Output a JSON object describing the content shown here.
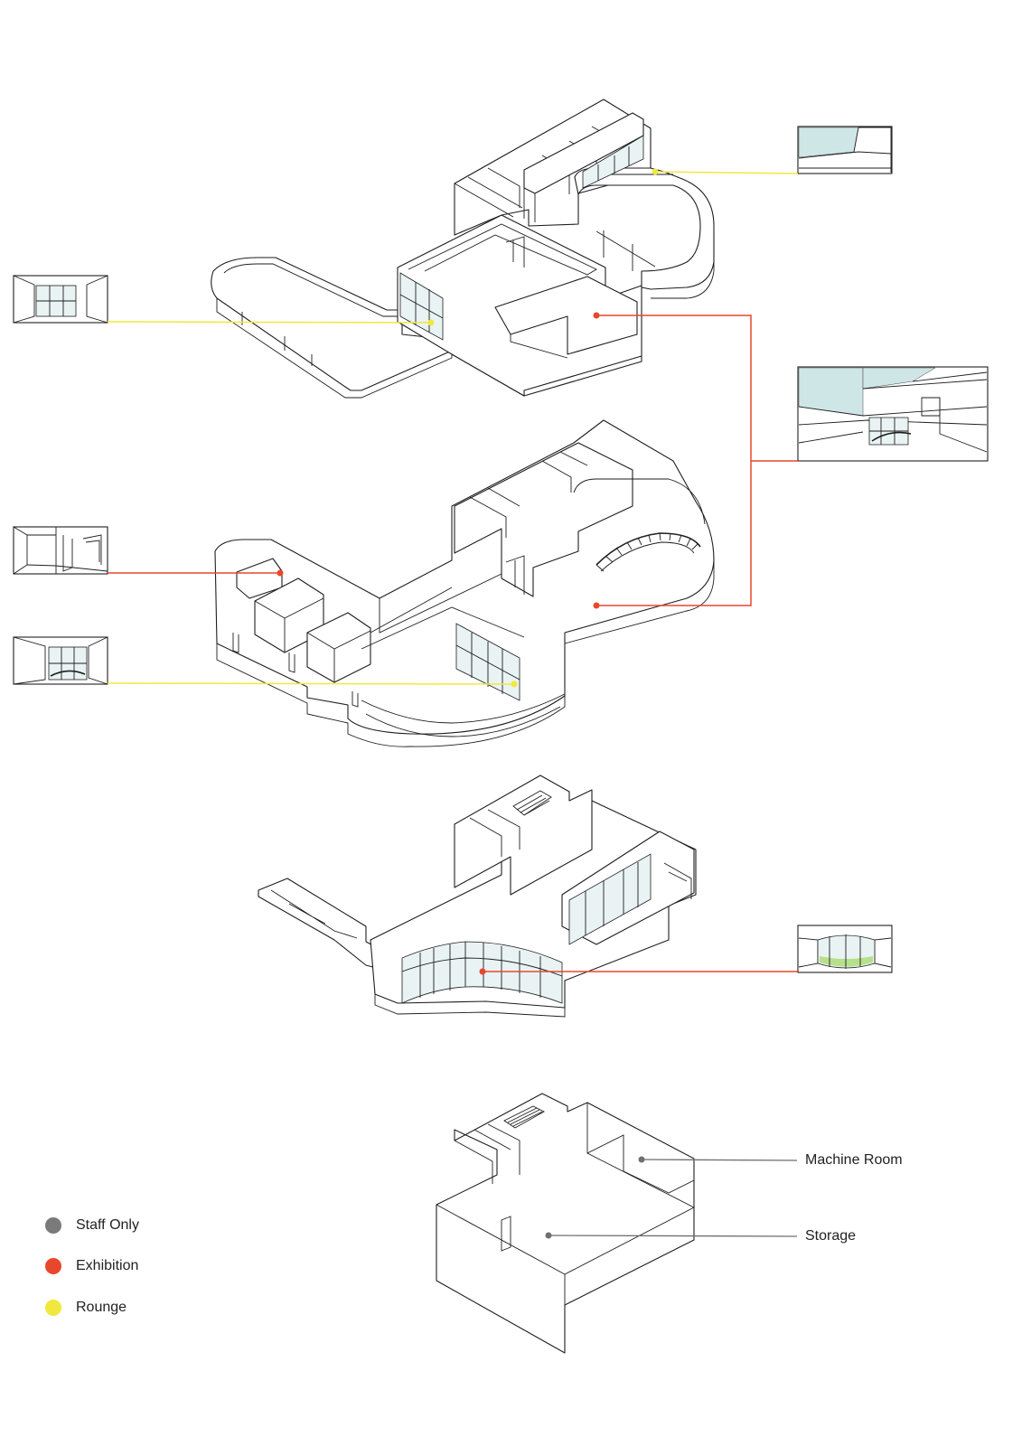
{
  "legend": [
    {
      "label": "Staff Only",
      "color": "#7a7a7a"
    },
    {
      "label": "Exhibition",
      "color": "#e8472b"
    },
    {
      "label": "Rounge",
      "color": "#f0e83e"
    }
  ],
  "callouts": {
    "machine_room": "Machine Room",
    "storage": "Storage"
  },
  "colors": {
    "lounge_leader": "#f0e83e",
    "exhibition_leader": "#e8472b",
    "staff_leader": "#6f6f6f",
    "glass": "#cfe6e7",
    "grass": "#b7e08a"
  },
  "levels": [
    "top-level",
    "second-level",
    "third-level",
    "basement-level"
  ]
}
